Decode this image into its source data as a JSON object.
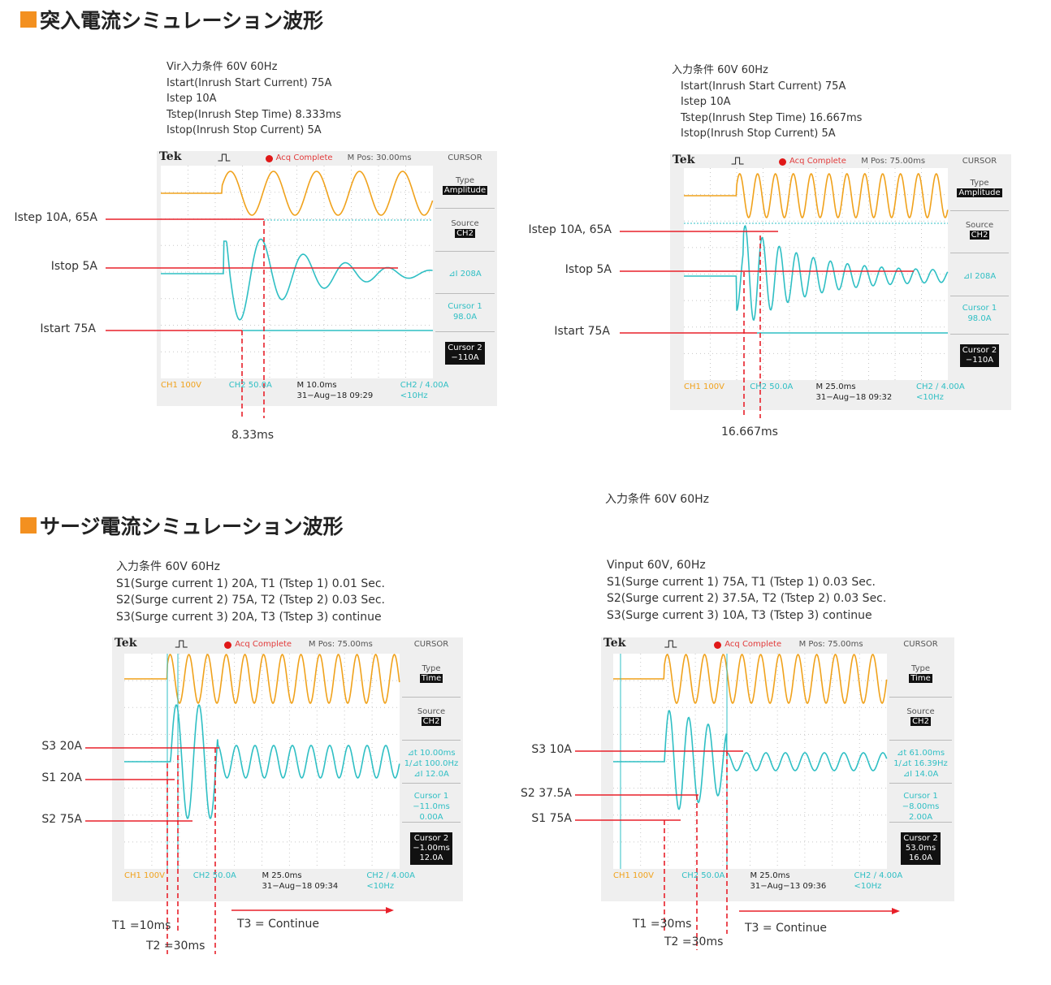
{
  "sections": {
    "inrush_title": "突入電流シミュレーション波形",
    "surge_title": "サージ電流シミュレーション波形",
    "surge_extra_condition": "入力条件 60V 60Hz"
  },
  "conditions": [
    {
      "lines": [
        "Vir入力条件 60V 60Hz",
        "Istart(Inrush Start Current) 75A",
        "Istep 10A",
        "Tstep(Inrush Step Time) 8.333ms",
        "Istop(Inrush Stop Current) 5A"
      ]
    },
    {
      "lines": [
        "入力条件 60V 60Hz",
        "Istart(Inrush Start Current) 75A",
        "Istep 10A",
        "Tstep(Inrush Step Time) 16.667ms",
        "Istop(Inrush Stop Current) 5A"
      ]
    },
    {
      "lines": [
        "入力条件 60V 60Hz",
        "S1(Surge current 1) 20A, T1 (Tstep 1) 0.01 Sec.",
        "S2(Surge current 2) 75A, T2 (Tstep 2) 0.03 Sec.",
        "S3(Surge current 3) 20A, T3 (Tstep 3) continue"
      ]
    },
    {
      "lines": [
        "Vinput 60V, 60Hz",
        "S1(Surge current 1) 75A, T1 (Tstep 1) 0.03 Sec.",
        "S2(Surge current 2) 37.5A, T2 (Tstep 2) 0.03 Sec.",
        "S3(Surge current 3) 10A, T3 (Tstep 3) continue"
      ]
    }
  ],
  "annotations": [
    {
      "labels": [
        "Istep 10A, 65A",
        "Istop 5A",
        "Istart 75A"
      ],
      "timing": [
        "8.33ms"
      ]
    },
    {
      "labels": [
        "Istep 10A, 65A",
        "Istop 5A",
        "Istart 75A"
      ],
      "timing": [
        "16.667ms"
      ]
    },
    {
      "labels": [
        "S3 20A",
        "S1 20A",
        "S2 75A"
      ],
      "timing": [
        "T1 =10ms",
        "T2 =30ms",
        "T3 = Continue"
      ]
    },
    {
      "labels": [
        "S3 10A",
        "S2 37.5A",
        "S1 75A"
      ],
      "timing": [
        "T1 =30ms",
        "T2 =30ms",
        "T3 = Continue"
      ]
    }
  ],
  "scopes": [
    {
      "brand": "Tek",
      "status": "Acq Complete",
      "mpos": "M Pos: 30.00ms",
      "menu": "CURSOR",
      "type_label": "Type",
      "type_value": "Amplitude",
      "source_label": "Source",
      "source_value": "CH2",
      "readouts": [
        "⊿I 208A"
      ],
      "cursor1": [
        "Cursor 1",
        "98.0A"
      ],
      "cursor2": [
        "Cursor 2",
        "−110A"
      ],
      "ch1": "CH1  100V",
      "ch2": "CH2  50.0A",
      "timebase": "M 10.0ms",
      "date": "31−Aug−18 09:29",
      "trigger": "CH2 ∕ 4.00A",
      "freq": "<10Hz"
    },
    {
      "brand": "Tek",
      "status": "Acq Complete",
      "mpos": "M Pos: 75.00ms",
      "menu": "CURSOR",
      "type_label": "Type",
      "type_value": "Amplitude",
      "source_label": "Source",
      "source_value": "CH2",
      "readouts": [
        "⊿I 208A"
      ],
      "cursor1": [
        "Cursor 1",
        "98.0A"
      ],
      "cursor2": [
        "Cursor 2",
        "−110A"
      ],
      "ch1": "CH1  100V",
      "ch2": "CH2  50.0A",
      "timebase": "M 25.0ms",
      "date": "31−Aug−18 09:32",
      "trigger": "CH2 ∕ 4.00A",
      "freq": "<10Hz"
    },
    {
      "brand": "Tek",
      "status": "Acq Complete",
      "mpos": "M Pos: 75.00ms",
      "menu": "CURSOR",
      "type_label": "Type",
      "type_value": "Time",
      "source_label": "Source",
      "source_value": "CH2",
      "readouts": [
        "⊿t 10.00ms",
        "1/⊿t 100.0Hz",
        "⊿I 12.0A"
      ],
      "cursor1": [
        "Cursor 1",
        "−11.0ms",
        "0.00A"
      ],
      "cursor2": [
        "Cursor 2",
        "−1.00ms",
        "12.0A"
      ],
      "ch1": "CH1  100V",
      "ch2": "CH2  50.0A",
      "timebase": "M 25.0ms",
      "date": "31−Aug−18 09:34",
      "trigger": "CH2 ∕ 4.00A",
      "freq": "<10Hz"
    },
    {
      "brand": "Tek",
      "status": "Acq Complete",
      "mpos": "M Pos: 75.00ms",
      "menu": "CURSOR",
      "type_label": "Type",
      "type_value": "Time",
      "source_label": "Source",
      "source_value": "CH2",
      "readouts": [
        "⊿t 61.00ms",
        "1/⊿t 16.39Hz",
        "⊿I 14.0A"
      ],
      "cursor1": [
        "Cursor 1",
        "−8.00ms",
        "2.00A"
      ],
      "cursor2": [
        "Cursor 2",
        "53.0ms",
        "16.0A"
      ],
      "ch1": "CH1  100V",
      "ch2": "CH2  50.0A",
      "timebase": "M 25.0ms",
      "date": "31−Aug−13 09:36",
      "trigger": "CH2 ∕ 4.00A",
      "freq": "<10Hz"
    }
  ],
  "colors": {
    "accent": "#f39020",
    "ch1": "#f0a21c",
    "ch2": "#2fbfc4",
    "marker": "#e8202a"
  }
}
